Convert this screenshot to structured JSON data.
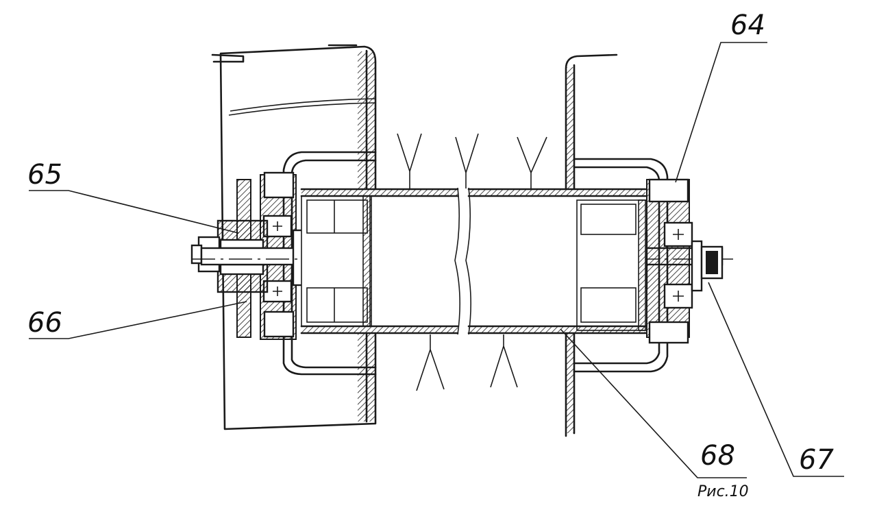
{
  "figure": {
    "caption": "Рис.10",
    "callouts": [
      {
        "id": "64",
        "label": "64"
      },
      {
        "id": "65",
        "label": "65"
      },
      {
        "id": "66",
        "label": "66"
      },
      {
        "id": "67",
        "label": "67"
      },
      {
        "id": "68",
        "label": "68"
      }
    ]
  }
}
